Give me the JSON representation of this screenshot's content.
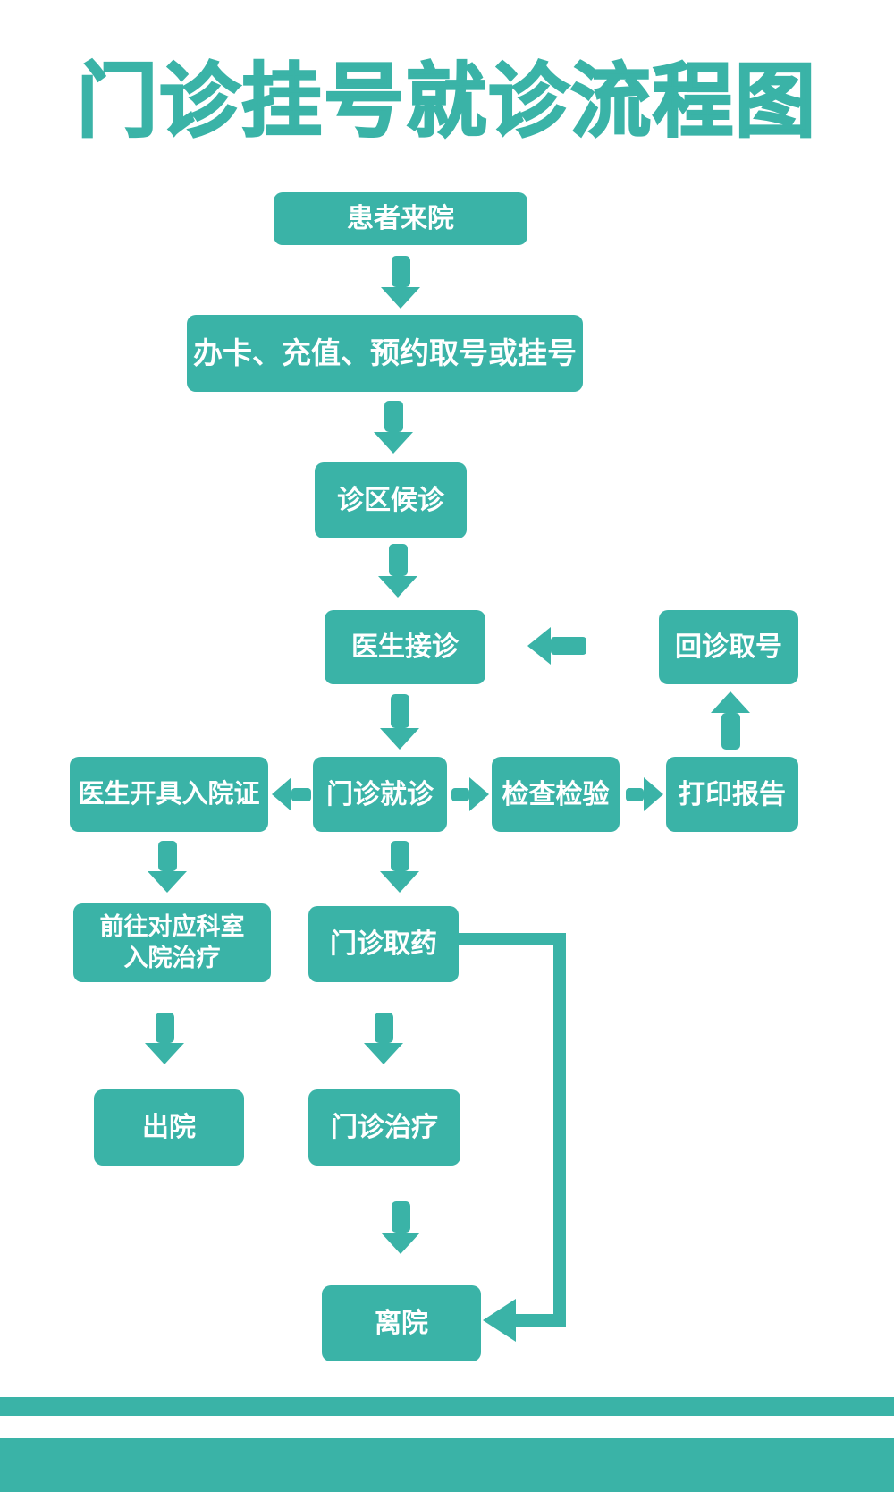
{
  "title": "门诊挂号就诊流程图",
  "theme": {
    "accent_color": "#3ab3a7",
    "background_color": "#ffffff",
    "node_text_color": "#ffffff"
  },
  "nodes": {
    "patient_arrival": {
      "label": "患者来院"
    },
    "card_recharge": {
      "label": "办卡、充值、预约取号或挂号"
    },
    "waiting_area": {
      "label": "诊区候诊"
    },
    "doctor_reception": {
      "label": "医生接诊"
    },
    "return_visit_number": {
      "label": "回诊取号"
    },
    "admission_certificate": {
      "label": "医生开具入院证"
    },
    "outpatient_visit": {
      "label": "门诊就诊"
    },
    "examination": {
      "label": "检查检验"
    },
    "print_report": {
      "label": "打印报告"
    },
    "goto_department": {
      "line1": "前往对应科室",
      "line2": "入院治疗"
    },
    "pharmacy": {
      "label": "门诊取药"
    },
    "discharge": {
      "label": "出院"
    },
    "outpatient_treatment": {
      "label": "门诊治疗"
    },
    "leave_hospital": {
      "label": "离院"
    }
  },
  "edges": [
    {
      "from": "patient_arrival",
      "to": "card_recharge"
    },
    {
      "from": "card_recharge",
      "to": "waiting_area"
    },
    {
      "from": "waiting_area",
      "to": "doctor_reception"
    },
    {
      "from": "doctor_reception",
      "to": "outpatient_visit"
    },
    {
      "from": "outpatient_visit",
      "to": "admission_certificate"
    },
    {
      "from": "outpatient_visit",
      "to": "examination"
    },
    {
      "from": "examination",
      "to": "print_report"
    },
    {
      "from": "print_report",
      "to": "return_visit_number"
    },
    {
      "from": "return_visit_number",
      "to": "doctor_reception"
    },
    {
      "from": "admission_certificate",
      "to": "goto_department"
    },
    {
      "from": "goto_department",
      "to": "discharge"
    },
    {
      "from": "outpatient_visit",
      "to": "pharmacy"
    },
    {
      "from": "pharmacy",
      "to": "outpatient_treatment"
    },
    {
      "from": "outpatient_treatment",
      "to": "leave_hospital"
    },
    {
      "from": "pharmacy",
      "to": "leave_hospital"
    }
  ]
}
